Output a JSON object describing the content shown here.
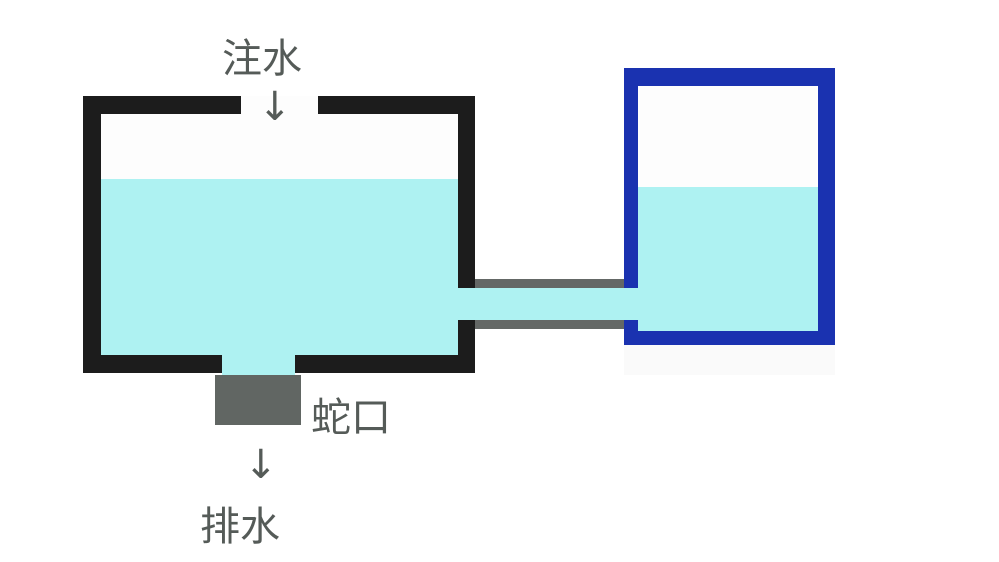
{
  "labels": {
    "inlet": "注水",
    "faucet": "蛇口",
    "drain": "排水"
  },
  "arrows": {
    "down": "↓"
  },
  "colors": {
    "water": "#aef2f2",
    "tank_wall": "#1c1c1c",
    "container_wall": "#1a32b0",
    "pipe": "#646866",
    "faucet": "#616663",
    "label": "#555b58"
  }
}
